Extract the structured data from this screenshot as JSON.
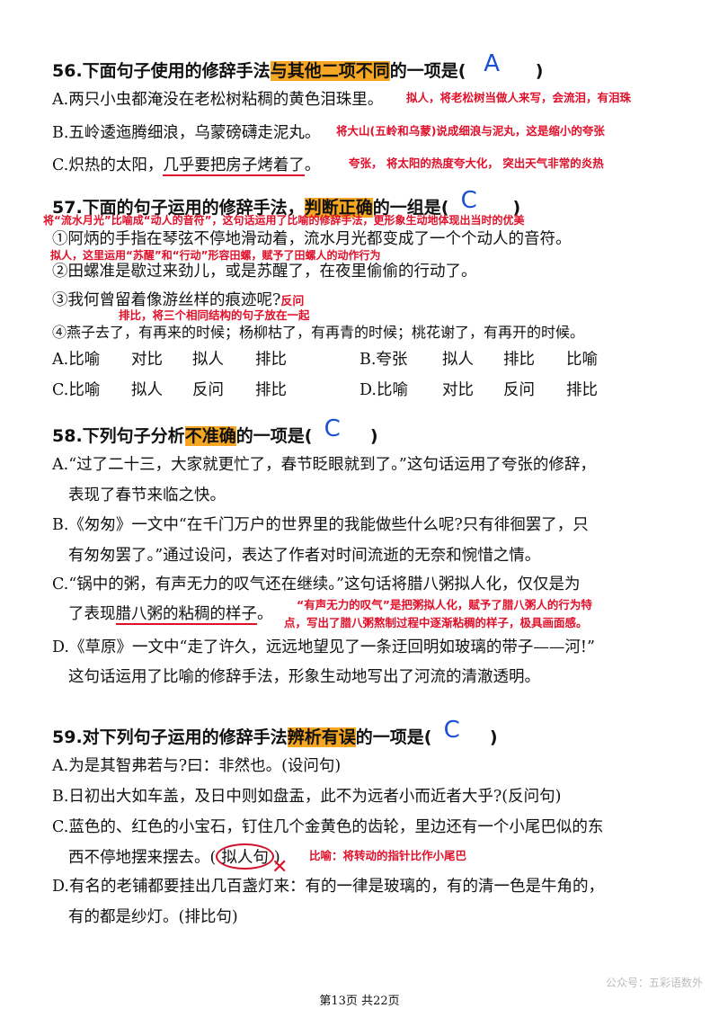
{
  "q56": {
    "num": "56.",
    "pre": "下面句子使用的修辞手法",
    "hl": "与其他二项不同",
    "post": "的一项是",
    "open": "(",
    "answer": "A",
    "close": ")",
    "a": "A.两只小虫都淹没在老松树粘稠的黄色泪珠里。",
    "a_note": "拟人，将老松树当做人来写，会流泪，有泪珠",
    "b": "B.五岭逶迤腾细浪，乌蒙磅礴走泥丸。",
    "b_note": "将大山(五岭和乌蒙)说成细浪与泥丸，这是缩小的夸张",
    "c_pre": "C.炽热的太阳，",
    "c_ul": "几乎要把房子烤着了",
    "c_post": "。",
    "c_note": "夸张，   将太阳的热度夸大化，  突出天气非常的炎热"
  },
  "q57": {
    "num": "57.",
    "pre": "下面的句子运用的修辞手法，",
    "hl": "判断正确",
    "post": "的一组是",
    "open": "(",
    "answer": "C",
    "close": ")",
    "note1": "将“流水月光”比喻成“动人的音符”，这句话运用了比喻的修辞手法，更形象生动地体现出当时的优美",
    "s1": "①阿炳的手指在琴弦不停地滑动着，流水月光都变成了一个个动人的音符。",
    "note2": "拟人，这里运用“苏醒”和“行动”形容田螺，赋予了田螺人的动作行为",
    "s2": "②田螺准是歇过来劲儿，或是苏醒了，在夜里偷偷的行动了。",
    "s3": "③我何曾留着像游丝样的痕迹呢?",
    "s3_note": "反问",
    "note4": "排比，将三个相同结构的句子放在一起",
    "s4": "④燕子去了，有再来的时候；杨柳枯了，有再青的时候；桃花谢了，有再开的时候。",
    "options": [
      {
        "label": "A.比喻",
        "items": [
          "对比",
          "拟人",
          "排比"
        ]
      },
      {
        "label": "B.夸张",
        "items": [
          "拟人",
          "排比",
          "比喻"
        ]
      },
      {
        "label": "C.比喻",
        "items": [
          "拟人",
          "反问",
          "排比"
        ]
      },
      {
        "label": "D.比喻",
        "items": [
          "对比",
          "反问",
          "排比"
        ]
      }
    ]
  },
  "q58": {
    "num": "58.",
    "pre": "下列句子分析",
    "hl": "不准确",
    "post": "的一项是",
    "open": "(",
    "answer": "C",
    "close": ")",
    "a1": "A.“过了二十三，大家就更忙了，春节眨眼就到了。”这句话运用了夸张的修辞，",
    "a2": "表现了春节来临之快。",
    "b1": "B.《匆匆》一文中“在千门万户的世界里的我能做些什么呢?只有徘徊罢了，只",
    "b2": "有匆匆罢了。”通过设问，表达了作者对时间流逝的无奈和惋惜之情。",
    "c1": "C.“锅中的粥，有声无力的叹气还在继续。”这句话将腊八粥拟人化，仅仅是为",
    "c2_pre": "了表现",
    "c2_ul": "腊八粥的粘稠的样子",
    "c2_post": "。",
    "c_note1": "“有声无力的叹气”是把粥拟人化，赋予了腊八粥人的行为特",
    "c_note2": "点，写出了腊八粥熬制过程中逐渐粘稠的样子，极具画面感。",
    "d1": "D.《草原》一文中“走了许久，远远地望见了一条迂回明如玻璃的带子——河!”",
    "d2": "这句话运用了比喻的修辞手法，形象生动地写出了河流的清澈透明。"
  },
  "q59": {
    "num": "59.",
    "pre": "对下列句子运用的修辞手法",
    "hl": "辨析有误",
    "post": "的一项是",
    "open": "(",
    "answer": "C",
    "close": ")",
    "a": "A.为是其智弗若与?曰：非然也。(设问句)",
    "b": "B.日初出大如车盖，及日中则如盘盂，此不为远者小而近者大乎?(反问句)",
    "c1": "C.蓝色的、红色的小宝石，钉住几个金黄色的齿轮，里边还有一个小尾巴似的东",
    "c2": "西不停地摆来摆去。(",
    "c2_circle": "拟人句",
    "c2_close": ")",
    "c_note": "比喻：将转动的指针比作小尾巴",
    "x_mark": "✕",
    "d1": "D.有名的老铺都要挂出几百盏灯来：有的一律是玻璃的，有的清一色是牛角的，",
    "d2": "有的都是纱灯。(排比句)"
  },
  "footer": "第13页 共22页",
  "watermark": "公众号：五彩语数外"
}
